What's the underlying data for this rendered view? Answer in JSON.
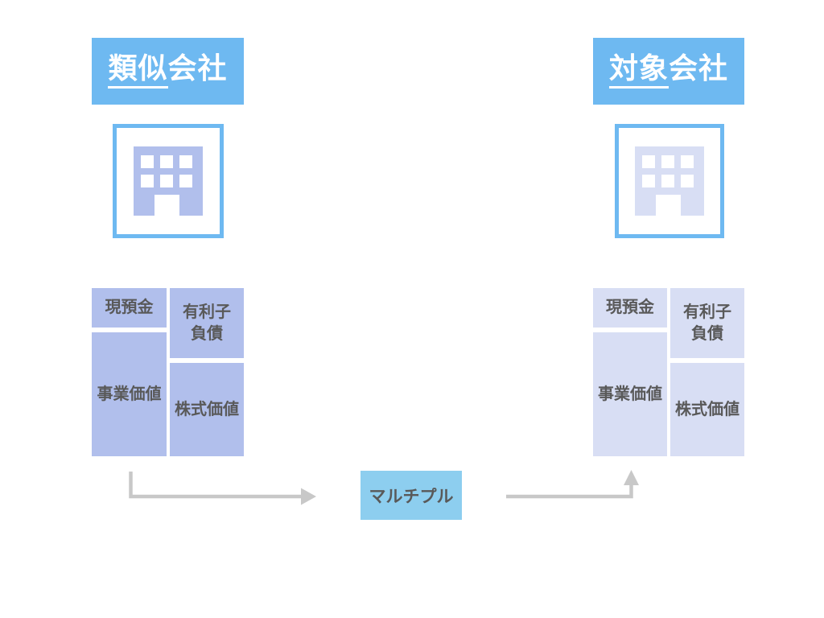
{
  "colors": {
    "header_bg": "#6EB9F1",
    "header_text": "#FFFFFF",
    "left_fill": "#B1BFEC",
    "right_fill": "#D8DEF4",
    "multiple_bg": "#8DCEEF",
    "label_text": "#595959",
    "arrow": "#C8C8C8",
    "canvas_bg": "#FFFFFF"
  },
  "icons": {
    "building": "🏢"
  },
  "left_company": {
    "title_underlined": "類似",
    "title_rest": "会社",
    "balance_sheet": {
      "cash": "現預金",
      "debt_lines": [
        "有利子",
        "負債"
      ],
      "enterprise_value": "事業価値",
      "equity_value": "株式価値"
    }
  },
  "right_company": {
    "title_underlined": "対象",
    "title_rest": "会社",
    "balance_sheet": {
      "cash": "現預金",
      "debt_lines": [
        "有利子",
        "負債"
      ],
      "enterprise_value": "事業価値",
      "equity_value": "株式価値"
    }
  },
  "multiple": {
    "label": "マルチプル"
  }
}
